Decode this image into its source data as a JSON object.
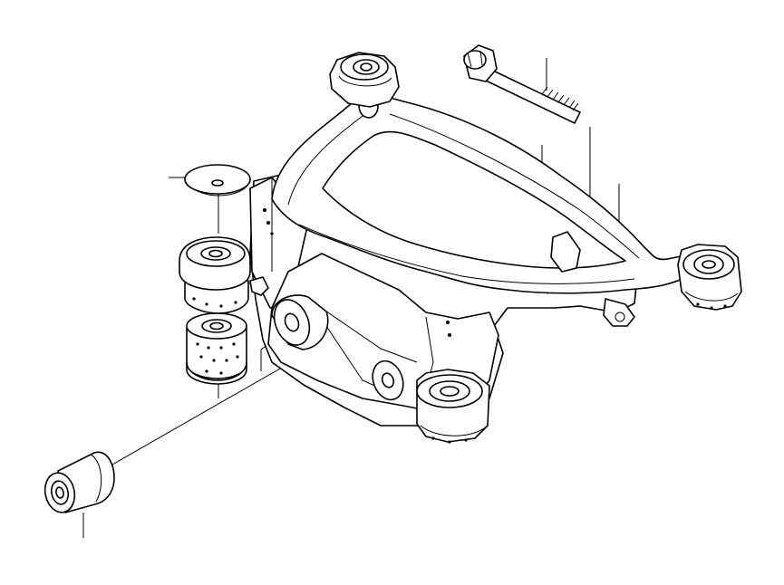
{
  "diagram": {
    "type": "exploded-parts-view",
    "background": "#ffffff",
    "line_color": "#000000",
    "parts": [
      {
        "name": "subframe-carrier"
      },
      {
        "name": "mounting-bolt"
      },
      {
        "name": "stop-washer"
      },
      {
        "name": "upper-rubber-mount"
      },
      {
        "name": "lower-rubber-mount"
      },
      {
        "name": "bushing-sleeve"
      }
    ]
  }
}
